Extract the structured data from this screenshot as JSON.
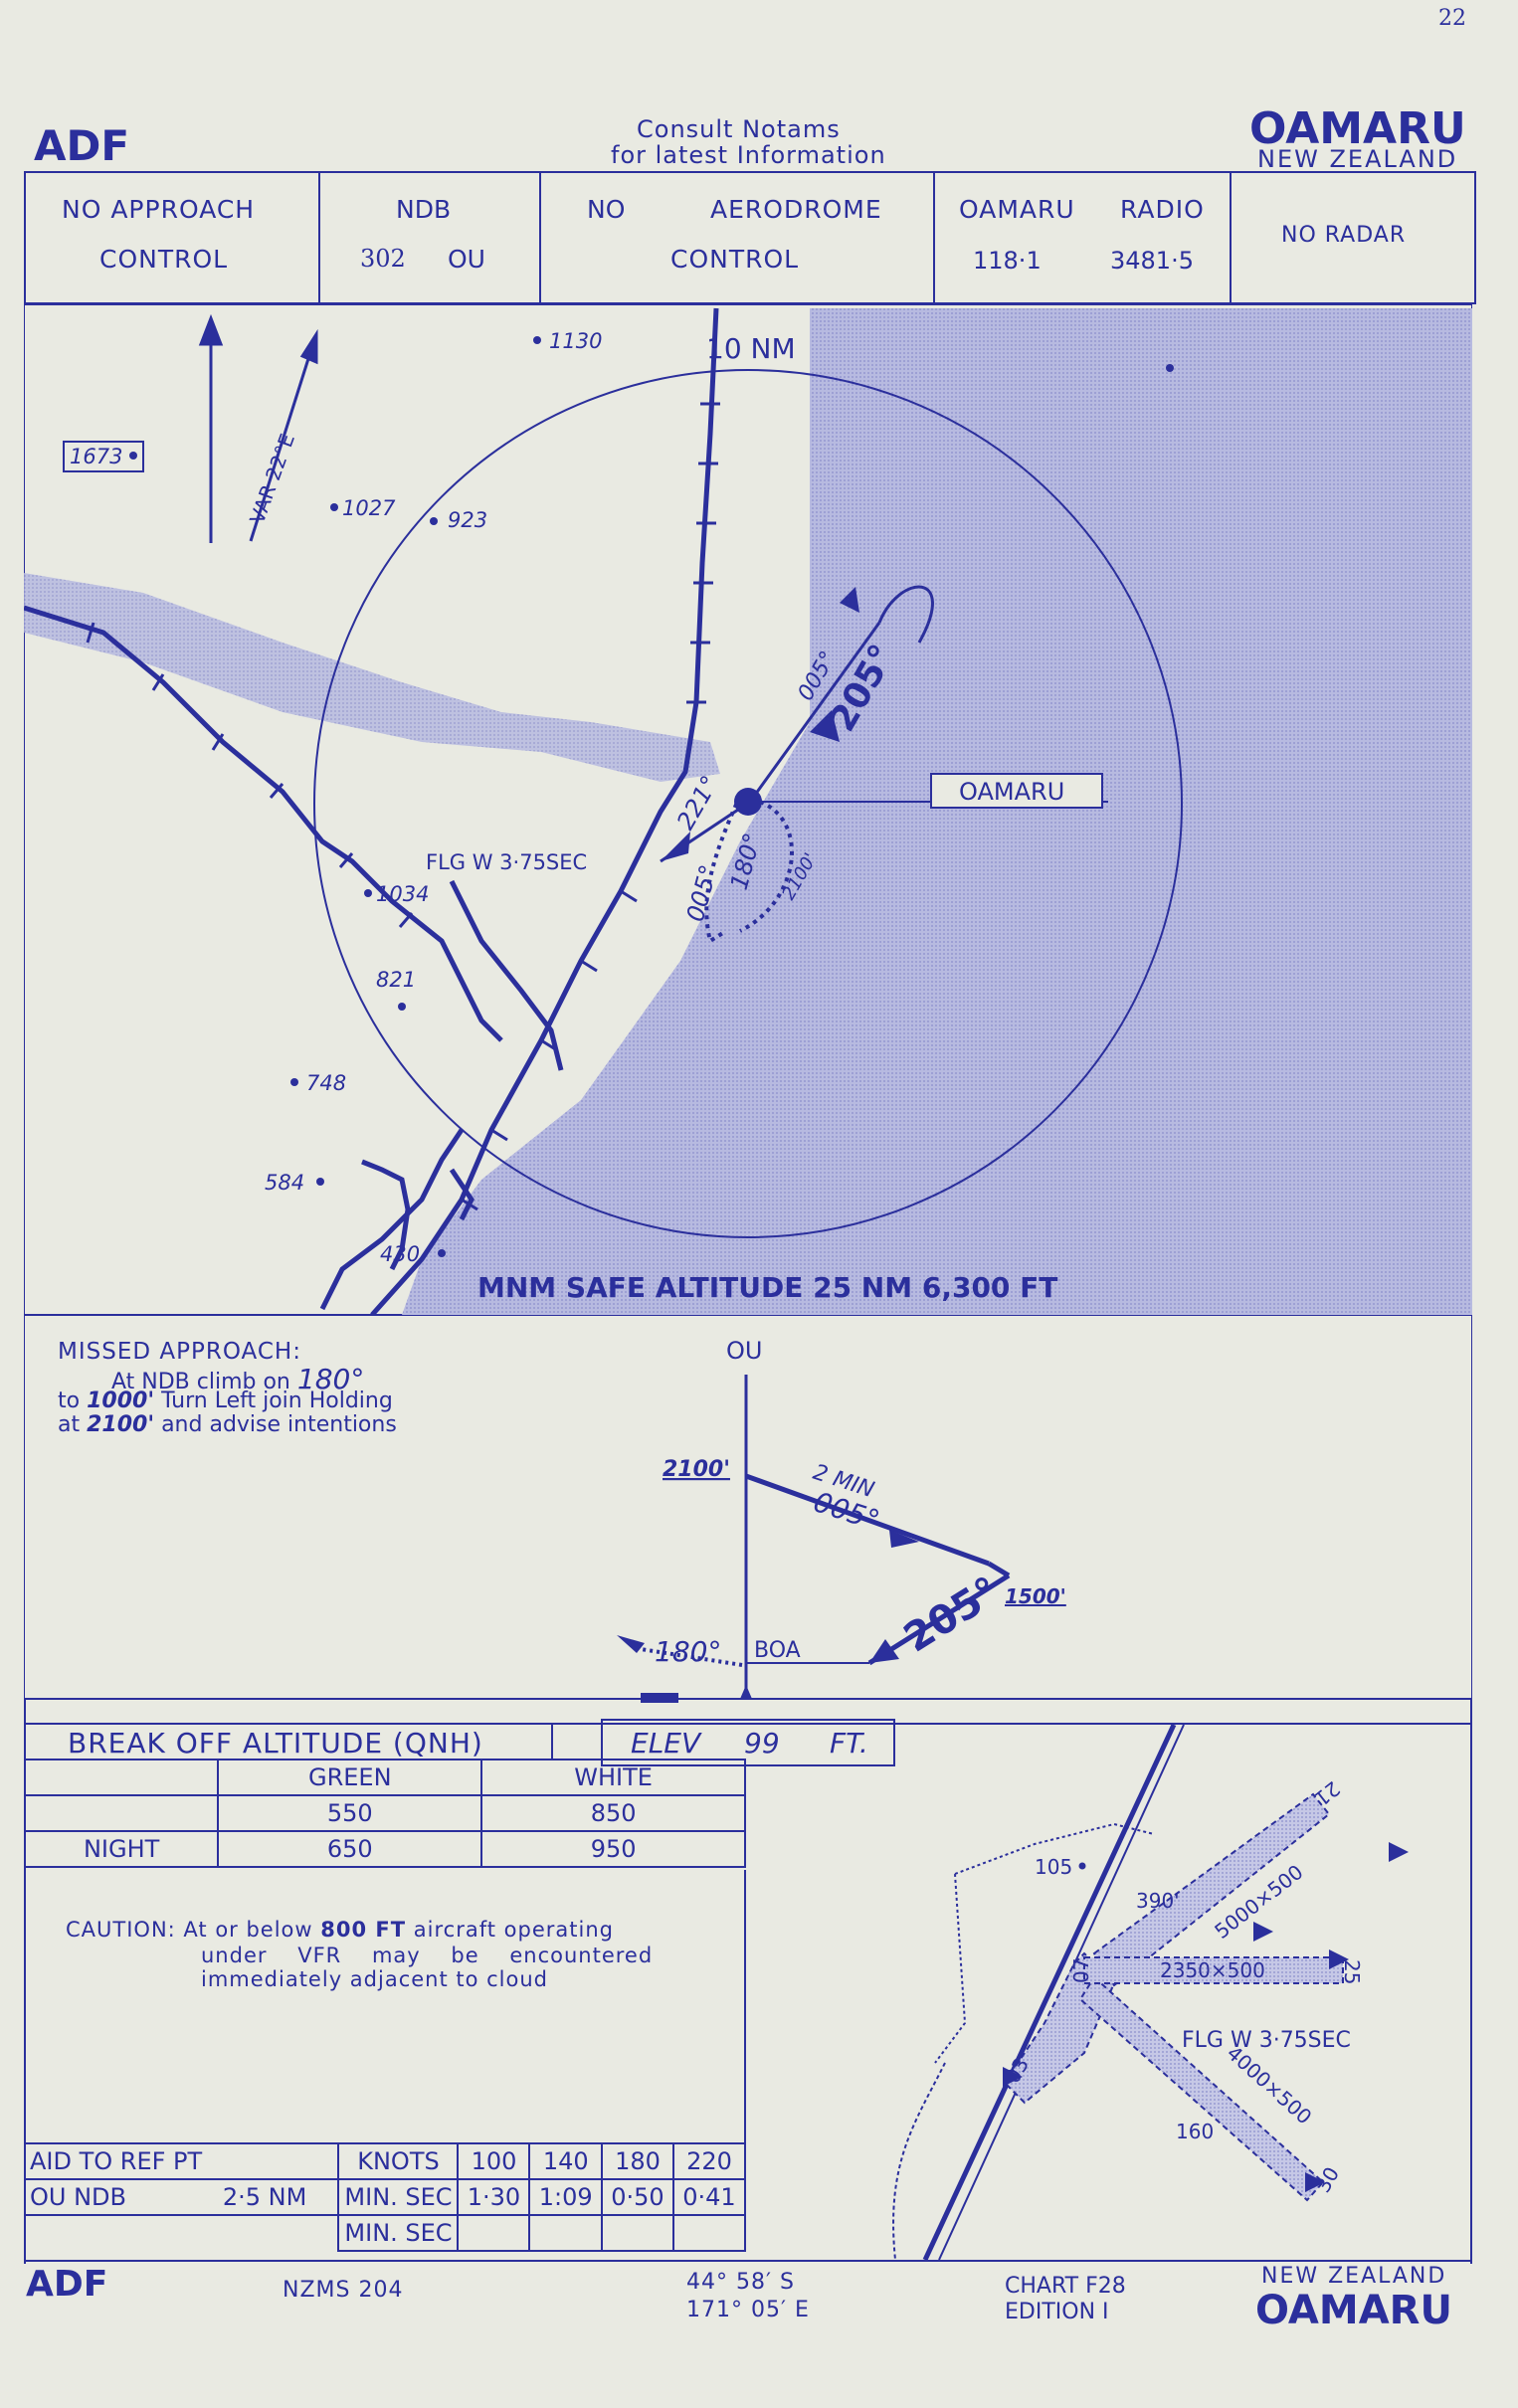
{
  "page_number": "22",
  "header": {
    "left_title": "ADF",
    "center_line1": "Consult Notams",
    "center_line2": "for latest Information",
    "right_title": "OAMARU",
    "right_subtitle": "NEW ZEALAND"
  },
  "info_box": {
    "approach_l1": "NO  APPROACH",
    "approach_l2": "CONTROL",
    "ndb_title": "NDB",
    "ndb_freq": "302",
    "ndb_id": "OU",
    "aero_l1a": "NO",
    "aero_l1b": "AERODROME",
    "aero_l2": "CONTROL",
    "radio_l1a": "OAMARU",
    "radio_l1b": "RADIO",
    "radio_f1": "118·1",
    "radio_f2": "3481·5",
    "radar": "NO RADAR"
  },
  "plan_view": {
    "ring_label": "10 NM",
    "var_label": "VAR 22°E",
    "town_label": "OAMARU",
    "light_label": "FLG W 3·75SEC",
    "msa_label": "MNM SAFE ALTITUDE 25 NM 6,300 FT",
    "spot_heights": [
      "1130",
      "1673",
      "1027",
      "923",
      "1034",
      "821",
      "748",
      "584",
      "430"
    ],
    "track_inbound": "205°",
    "track_outbound": "005°",
    "track_221": "221°",
    "track_005b": "005°",
    "track_180": "180°",
    "alt_2100": "2100'"
  },
  "profile": {
    "missed_title": "MISSED APPROACH:",
    "missed_l1a": "At NDB climb on",
    "missed_l1b": "180°",
    "missed_l2a": "to",
    "missed_l2b": "1000'",
    "missed_l2c": "Turn  Left  join Holding",
    "missed_l3a": "at",
    "missed_l3b": "2100'",
    "missed_l3c": "and advise  intentions",
    "ou": "OU",
    "alt_2100": "2100'",
    "two_min": "2 MIN",
    "out_track": "005°",
    "in_track": "205°",
    "alt_1500": "1500'",
    "boa": "BOA",
    "missed_track": "180°"
  },
  "minima": {
    "title": "BREAK OFF ALTITUDE (QNH)",
    "elev_label": "ELEV",
    "elev_value": "99",
    "elev_unit": "FT.",
    "col_green": "GREEN",
    "col_white": "WHITE",
    "row_day_green": "550",
    "row_day_white": "850",
    "row_night_label": "NIGHT",
    "row_night_green": "650",
    "row_night_white": "950"
  },
  "caution": {
    "l1a": "CAUTION: At or below",
    "l1b": "800 FT",
    "l1c": "aircraft operating",
    "l2": "under    VFR    may    be    encountered",
    "l3": "immediately  adjacent  to  cloud"
  },
  "timing": {
    "h1": "AID TO REF PT",
    "h2": "KNOTS",
    "speeds": [
      "100",
      "140",
      "180",
      "220"
    ],
    "r1_aid": "OU NDB",
    "r1_dist": "2·5 NM",
    "r1_unit": "MIN. SEC",
    "r1_times": [
      "1·30",
      "1:09",
      "0·50",
      "0·41"
    ],
    "r2_unit": "MIN. SEC"
  },
  "aerodrome": {
    "h105": "105",
    "h390": "390'",
    "h160": "160",
    "rwy_main": "2350×500",
    "rwy_a": "5000×500",
    "rwy_b": "4000×500",
    "light": "FLG  W  3·75SEC",
    "rwy_labels": [
      "07",
      "25",
      "21",
      "03",
      "30"
    ]
  },
  "footer": {
    "left": "ADF",
    "chart_no": "NZMS 204",
    "lat": "44° 58′ S",
    "lon": "171° 05′ E",
    "chart": "CHART  F28",
    "edition": "EDITION  I",
    "right_sub": "NEW  ZEALAND",
    "right_title": "OAMARU"
  },
  "colors": {
    "ink": "#2b2f9c",
    "paper": "#e9eae2",
    "sea": "#b9bce0"
  }
}
